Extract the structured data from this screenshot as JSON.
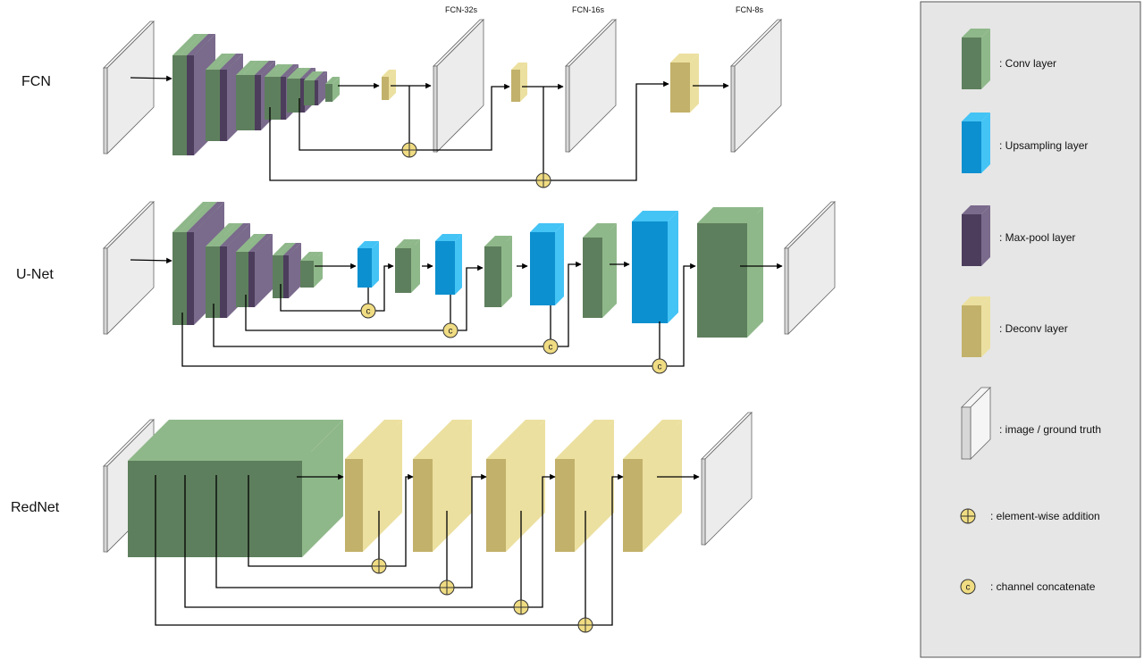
{
  "architectures": [
    {
      "name": "FCN",
      "outputs": [
        "FCN-32s",
        "FCN-16s",
        "FCN-8s"
      ]
    },
    {
      "name": "U-Net"
    },
    {
      "name": "RedNet"
    }
  ],
  "legend": {
    "items": [
      {
        "kind": "conv",
        "label": ": Conv layer"
      },
      {
        "kind": "upsample",
        "label": ": Upsampling layer"
      },
      {
        "kind": "maxpool",
        "label": ": Max-pool layer"
      },
      {
        "kind": "deconv",
        "label": ": Deconv layer"
      },
      {
        "kind": "image",
        "label": ": image / ground truth"
      },
      {
        "kind": "add",
        "label": ": element-wise addition"
      },
      {
        "kind": "concat",
        "label": ": channel concatenate",
        "symbol": "c"
      }
    ]
  },
  "colors": {
    "conv_front": "#5e7f5d",
    "conv_side": "#8fb88a",
    "maxpool_front": "#4d3d5c",
    "maxpool_side": "#7a6a8c",
    "upsample_front": "#0d90cf",
    "upsample_side": "#44c3f5",
    "deconv_front": "#c2b16a",
    "deconv_side": "#ece0a0",
    "image_front": "#d7d7d7",
    "image_side": "#f5f5f5",
    "op_fill": "#f0dc82",
    "legend_bg": "#e6e6e6"
  }
}
